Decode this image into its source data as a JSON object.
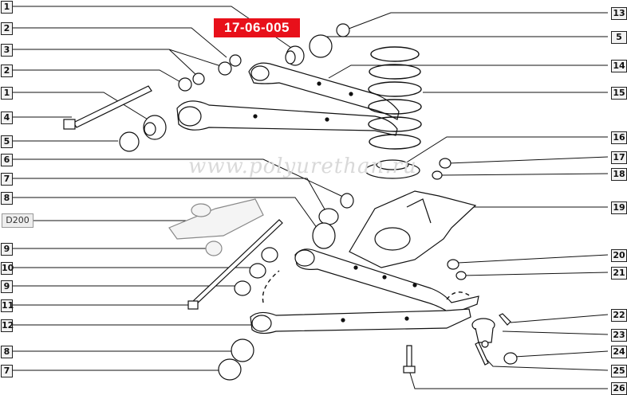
{
  "part_number": "17-06-005",
  "watermark": "www.polyurethan.ru",
  "vehicle_label": "D200",
  "callouts_left": [
    "1",
    "2",
    "3",
    "2",
    "1",
    "4",
    "5",
    "6",
    "7",
    "8",
    "9",
    "10",
    "9",
    "11",
    "12",
    "8",
    "7"
  ],
  "callouts_right": [
    "13",
    "5",
    "14",
    "15",
    "16",
    "17",
    "18",
    "19",
    "20",
    "21",
    "22",
    "23",
    "24",
    "25",
    "26"
  ]
}
